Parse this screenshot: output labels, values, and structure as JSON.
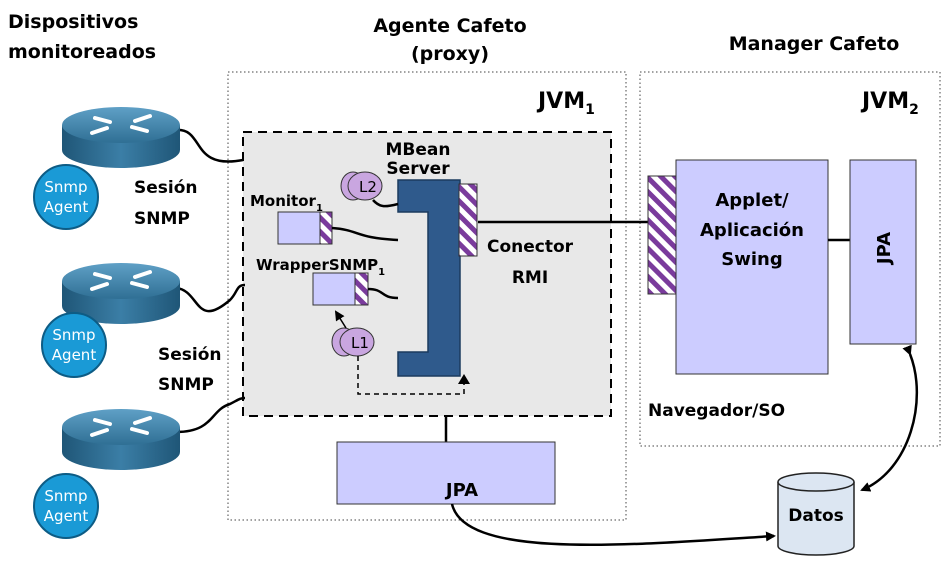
{
  "headers": {
    "devices_line1": "Dispositivos",
    "devices_line2": "monitoreados",
    "agent_line1": "Agente Cafeto",
    "agent_line2": "(proxy)",
    "manager": "Manager Cafeto"
  },
  "jvm1": {
    "label": "JVM",
    "sub": "1"
  },
  "jvm2": {
    "label": "JVM",
    "sub": "2"
  },
  "snmp_agent": {
    "line1": "Snmp",
    "line2": "Agent"
  },
  "session_label": {
    "line1": "Sesión",
    "line2": "SNMP"
  },
  "mbean_server": {
    "line1": "MBean",
    "line2": "Server"
  },
  "monitor": {
    "label": "Monitor",
    "sub": "1"
  },
  "wrapper": {
    "label": "WrapperSNMP",
    "sub": "1"
  },
  "listeners": {
    "l1": "L1",
    "l2": "L2"
  },
  "connector": {
    "line1": "Conector",
    "line2": "RMI"
  },
  "app": {
    "line1": "Applet/",
    "line2": "Aplicación",
    "line3": "Swing"
  },
  "jpa_manager": "JPA",
  "jpa_agent": "JPA",
  "browser_os": "Navegador/SO",
  "database": "Datos",
  "colors": {
    "lavender_box": "#ccccff",
    "mbean_bar": "#2f5a8c",
    "connector_stripe": "#7a3b9c",
    "snmp_agent_circle": "#1a9ad6",
    "router": "#2f6f94",
    "container_fill": "#e8e8e8",
    "database_fill": "#dce6f2"
  }
}
